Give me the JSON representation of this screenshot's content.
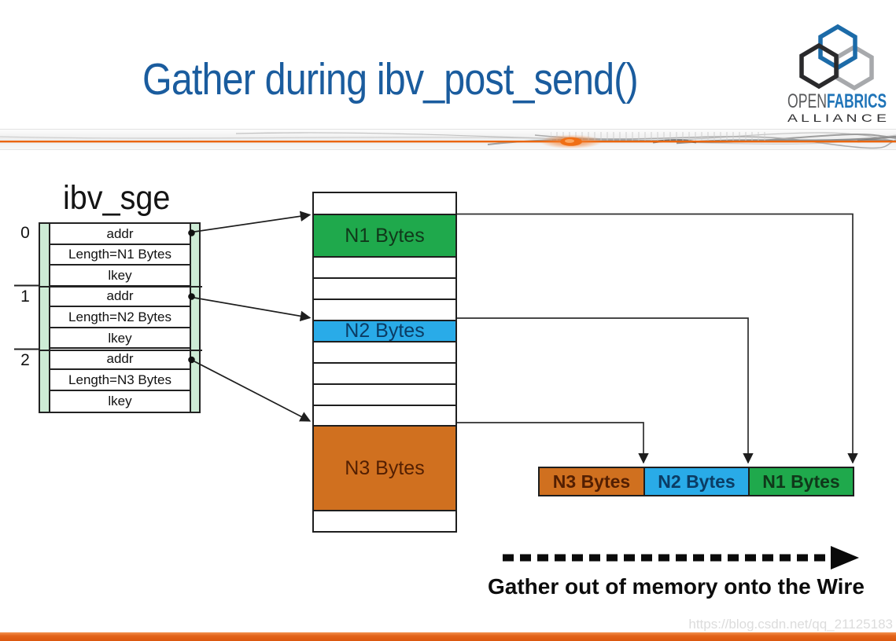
{
  "slide": {
    "title": "Gather during ibv_post_send()",
    "caption": "Gather out of memory onto the Wire",
    "watermark": "https://blog.csdn.net/qq_21125183"
  },
  "logo": {
    "open": "OPEN",
    "fabrics": "FABRICS",
    "alliance": "A L L I A N C E"
  },
  "sge_table": {
    "title": "ibv_sge",
    "groups": [
      {
        "index": "0",
        "rows": [
          "addr",
          "Length=N1 Bytes",
          "lkey"
        ]
      },
      {
        "index": "1",
        "rows": [
          "addr",
          "Length=N2 Bytes",
          "lkey"
        ]
      },
      {
        "index": "2",
        "rows": [
          "addr",
          "Length=N3 Bytes",
          "lkey"
        ]
      }
    ]
  },
  "memory": {
    "blocks": [
      {
        "label": "N1 Bytes",
        "color": "#1FA94C",
        "rows_tall": 2
      },
      {
        "label": "N2 Bytes",
        "color": "#29ABE8",
        "rows_tall": 1
      },
      {
        "label": "N3 Bytes",
        "color": "#D0701F",
        "rows_tall": 4
      }
    ]
  },
  "wire": {
    "blocks": [
      {
        "label": "N3 Bytes",
        "color": "#D0701F"
      },
      {
        "label": "N2 Bytes",
        "color": "#29ABE8"
      },
      {
        "label": "N1 Bytes",
        "color": "#1FA94C"
      }
    ]
  },
  "colors": {
    "title_blue": "#1A5C9E",
    "table_stripe_mint": "#CDEBD5",
    "swoosh_orange_line": "#EA650D",
    "bottom_bar_orange": "#DB570E",
    "logo_blue": "#1C6BA8",
    "logo_black": "#2A2A2C",
    "logo_gray": "#A7A9AC"
  }
}
